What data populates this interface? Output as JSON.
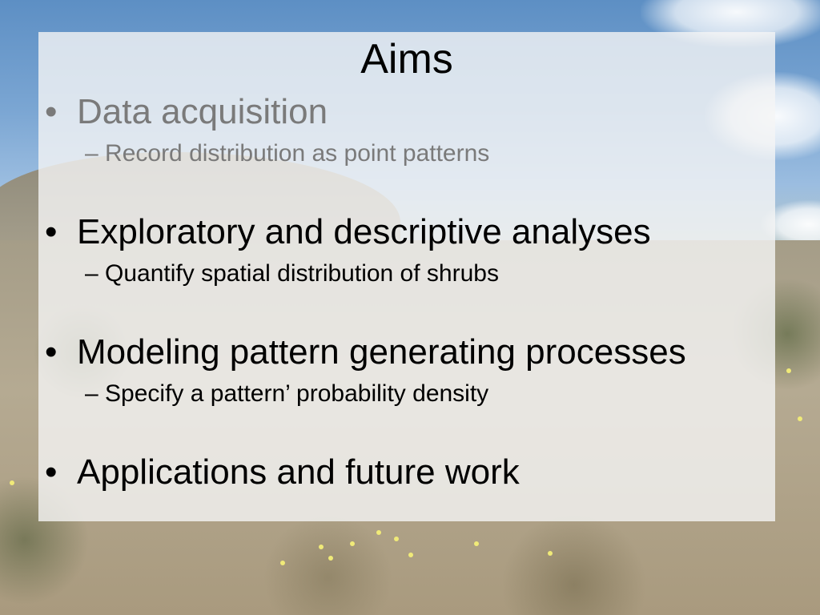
{
  "slide": {
    "title": "Aims",
    "bullet_glyph": "•",
    "dash_glyph": "–",
    "items": [
      {
        "label": "Data acquisition",
        "sub": "Record distribution as point patterns"
      },
      {
        "label": "Exploratory and descriptive analyses",
        "sub": "Quantify spatial distribution of shrubs"
      },
      {
        "label": "Modeling pattern generating processes",
        "sub": "Specify a pattern’ probability density"
      },
      {
        "label": "Applications and future work"
      }
    ]
  },
  "colors": {
    "panel": "#f5f5f5",
    "dimmed_text": "#7a7a7a",
    "text": "#000000",
    "sky": "#7ba6d3"
  }
}
